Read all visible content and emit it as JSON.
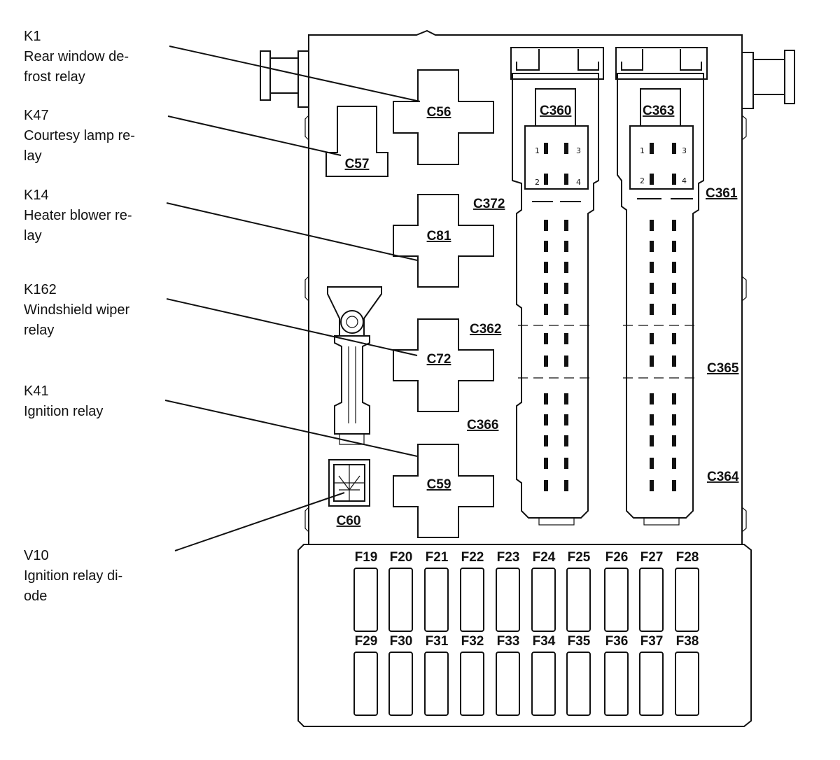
{
  "components": [
    {
      "code": "K1",
      "lines": [
        "Rear window de-",
        "frost relay"
      ]
    },
    {
      "code": "K47",
      "lines": [
        "Courtesy lamp re-",
        "lay"
      ]
    },
    {
      "code": "K14",
      "lines": [
        "Heater blower re-",
        "lay"
      ]
    },
    {
      "code": "K162",
      "lines": [
        "Windshield wiper",
        "relay"
      ]
    },
    {
      "code": "K41",
      "lines": [
        "Ignition relay"
      ]
    },
    {
      "code": "V10",
      "lines": [
        "Ignition relay di-",
        "ode"
      ]
    }
  ],
  "relay_connectors": [
    "C56",
    "C57",
    "C81",
    "C72",
    "C59",
    "C60"
  ],
  "connectors": {
    "c360": "C360",
    "c363": "C363",
    "c372": "C372",
    "c361": "C361",
    "c362": "C362",
    "c365": "C365",
    "c366": "C366",
    "c364": "C364"
  },
  "pin_numbers": [
    "1",
    "2",
    "3",
    "4"
  ],
  "fuses_top": [
    "F19",
    "F20",
    "F21",
    "F22",
    "F23",
    "F24",
    "F25",
    "F26",
    "F27",
    "F28"
  ],
  "fuses_bottom": [
    "F29",
    "F30",
    "F31",
    "F32",
    "F33",
    "F34",
    "F35",
    "F36",
    "F37",
    "F38"
  ]
}
